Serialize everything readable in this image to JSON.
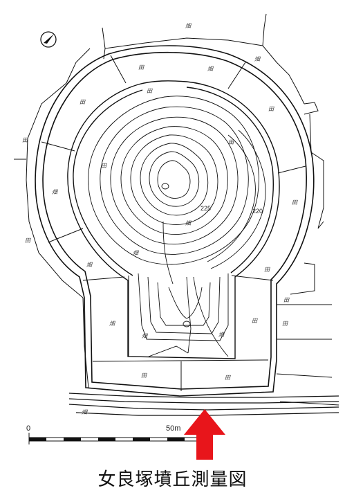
{
  "caption": "女良塚墳丘測量図",
  "scale_bar": {
    "start_label": "0",
    "end_label": "50m"
  },
  "contour_labels": [
    "225",
    "220"
  ],
  "field_labels": [
    "田",
    "畑",
    "田",
    "田",
    "畑",
    "田",
    "畑",
    "田",
    "畑",
    "田",
    "田",
    "田",
    "田",
    "田",
    "田",
    "田",
    "畑",
    "畑",
    "田",
    "田",
    "田",
    "畑",
    "畑",
    "畑",
    "畑",
    "畑"
  ],
  "colors": {
    "arrow": "#e8151b",
    "lines": "#111111"
  },
  "icons": {
    "north": "north-arrow-icon"
  }
}
